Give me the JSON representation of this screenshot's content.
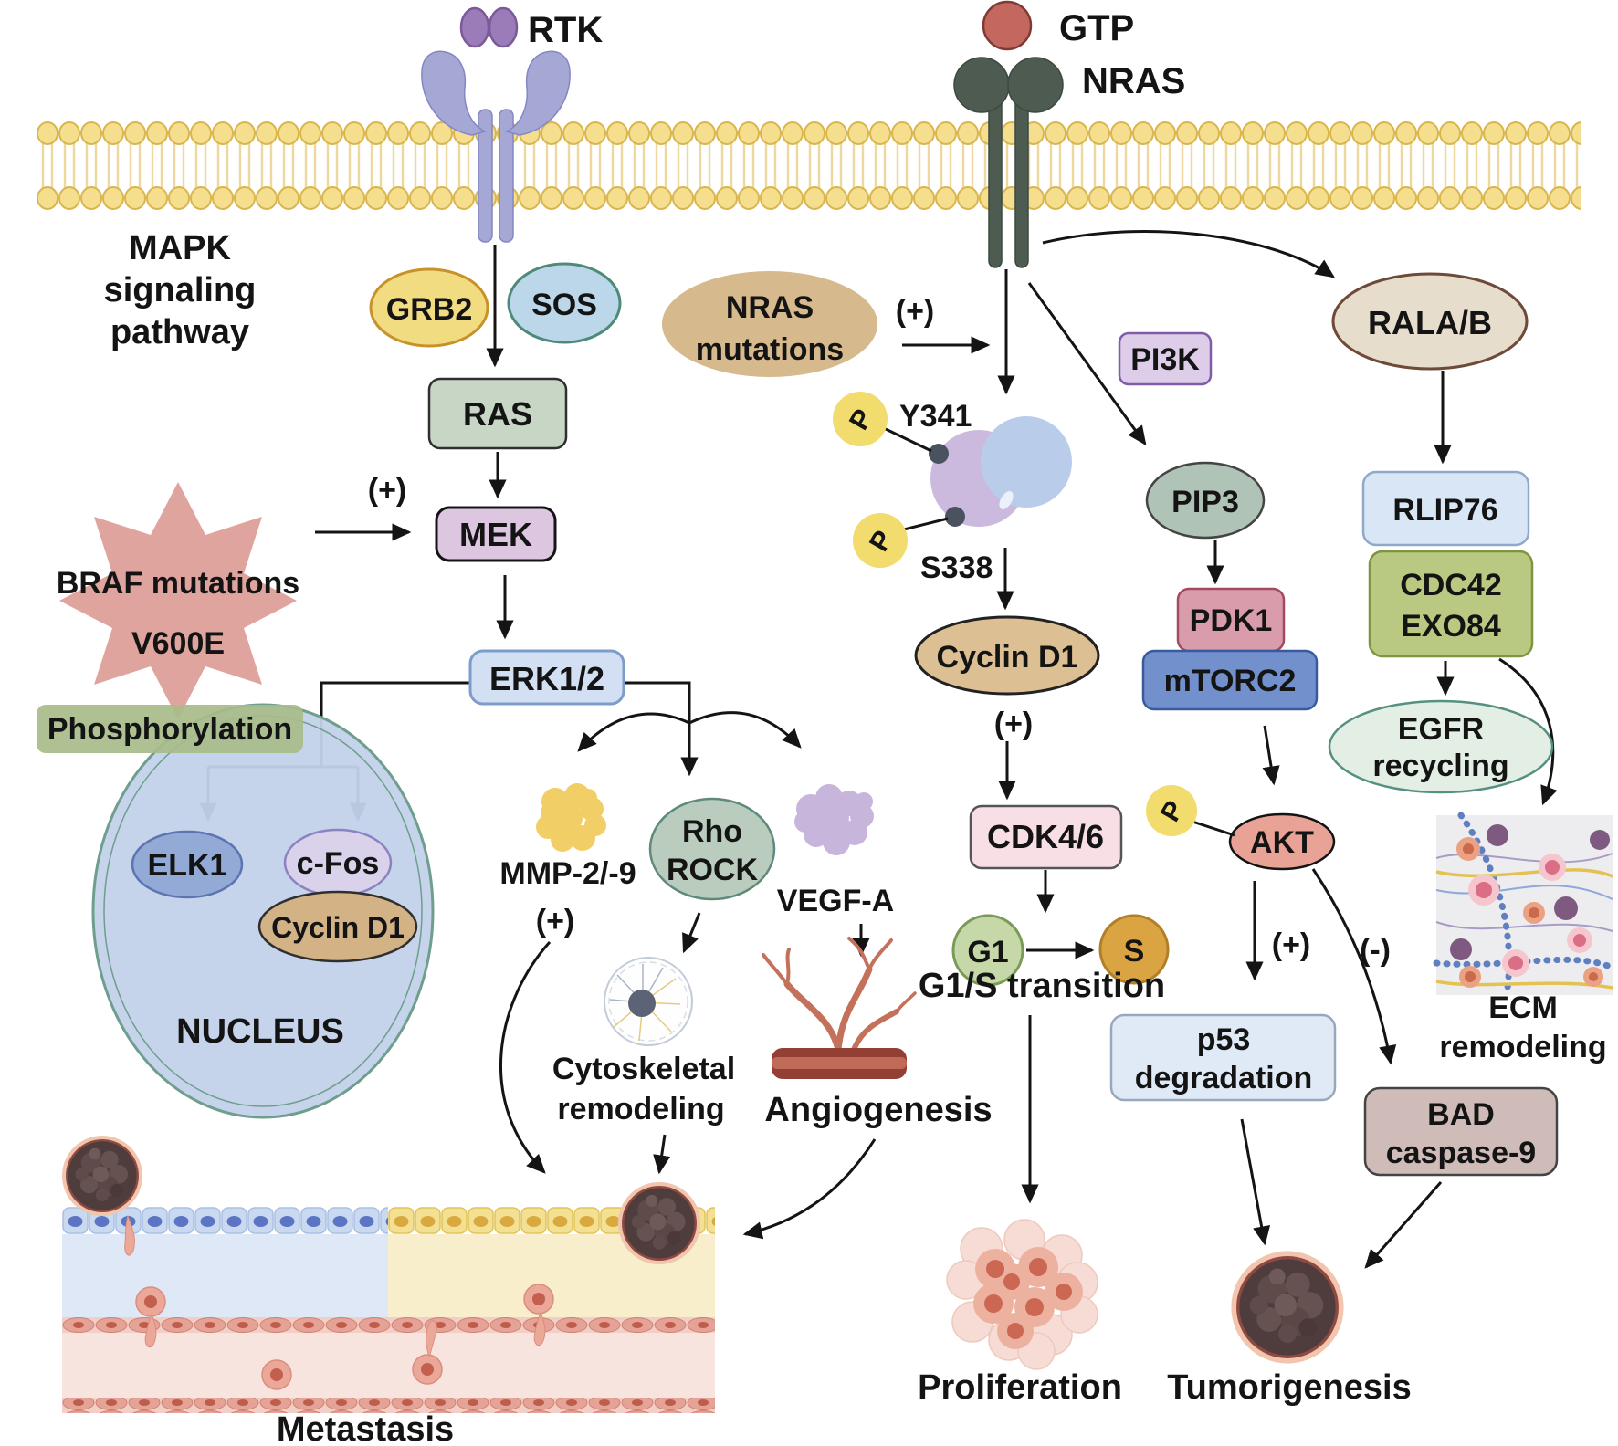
{
  "pathway_title": {
    "line1": "MAPK",
    "line2": "signaling",
    "line3": "pathway"
  },
  "receptors": {
    "rtk": "RTK",
    "gtp": "GTP",
    "nras": "NRAS"
  },
  "cascade": {
    "grb2": "GRB2",
    "sos": "SOS",
    "ras": "RAS",
    "mek": "MEK",
    "erk": "ERK1/2"
  },
  "mutations": {
    "braf1": "BRAF mutations",
    "braf2": "V600E",
    "nras1": "NRAS",
    "nras2": "mutations"
  },
  "signs": {
    "plus": "(+)",
    "minus": "(-)"
  },
  "phospho": {
    "label": "Phosphorylation",
    "p": "P",
    "y341": "Y341",
    "s338": "S338"
  },
  "nucleus": {
    "label": "NUCLEUS",
    "elk1": "ELK1",
    "cfos": "c-Fos",
    "cyclin": "Cyclin D1"
  },
  "cell_cycle": {
    "cyclin": "Cyclin D1",
    "cdk": "CDK4/6",
    "g1": "G1",
    "s": "S",
    "transition": "G1/S transition"
  },
  "pi3k_axis": {
    "pi3k": "PI3K",
    "pip3": "PIP3",
    "pdk1": "PDK1",
    "mtorc2": "mTORC2",
    "akt": "AKT",
    "p53_1": "p53",
    "p53_2": "degradation",
    "bad1": "BAD",
    "bad2": "caspase-9"
  },
  "ral_axis": {
    "rala": "RALA/B",
    "rlip": "RLIP76",
    "cdc42": "CDC42",
    "exo84": "EXO84",
    "egfr1": "EGFR",
    "egfr2": "recycling",
    "ecm1": "ECM",
    "ecm2": "remodeling"
  },
  "effectors": {
    "mmp": "MMP-2/-9",
    "rho1": "Rho",
    "rho2": "ROCK",
    "vegf": "VEGF-A",
    "cyto1": "Cytoskeletal",
    "cyto2": "remodeling",
    "angio": "Angiogenesis"
  },
  "outcomes": {
    "proliferation": "Proliferation",
    "tumorigenesis": "Tumorigenesis",
    "metastasis": "Metastasis"
  },
  "colors": {
    "membrane": "#F5DF8F",
    "braf_star": "#DFA49E",
    "nucleus_fill": "#C2D2E9",
    "phospho_box": "#A8BC8A",
    "grb2": "#F2DC82",
    "sos": "#BDD7EA",
    "ras": "#C8D6C6",
    "mek": "#DCC6E0",
    "erk": "#D3E0F4",
    "tan": "#D6B98C",
    "p_circle": "#F2DC6E",
    "cdk": "#F8DEE5",
    "g1": "#C6D8A8",
    "s_phase": "#D9A441",
    "pi3k": "#DECDE9",
    "pip3": "#AFC4B6",
    "pdk1": "#D99CAA",
    "mtorc2": "#7290CC",
    "akt": "#E9A396",
    "rala": "#E7DDCD",
    "rlip": "#D9E6F5",
    "cdc42": "#B9C981",
    "egfr": "#E3EFE5",
    "p53": "#DFEAF6",
    "bad": "#CFBCB8",
    "rho": "#B9CCBE",
    "mmp": "#F1CF66",
    "vegf": "#C8B5DC",
    "tumor": "#4E3D3C",
    "proliferation_cells": "#EDB19F",
    "rtk_receptor": "#A5A8D5",
    "nras_receptor": "#4D5B51",
    "gtp": "#C4675E"
  }
}
